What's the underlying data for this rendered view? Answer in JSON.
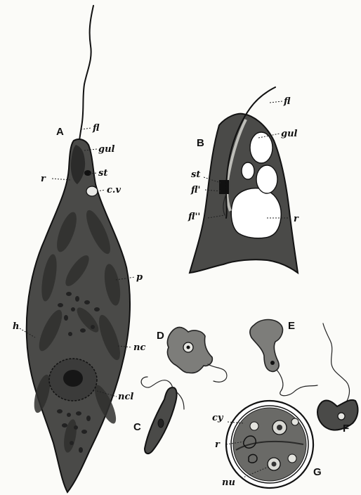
{
  "figure": {
    "panels": [
      "A",
      "B",
      "C",
      "D",
      "E",
      "F",
      "G"
    ],
    "labels": {
      "fl": "fl",
      "gul": "gul",
      "st": "st",
      "r": "r",
      "cv": "c.v",
      "p": "p",
      "h": "h",
      "nc": "nc",
      "ncl": "ncl",
      "fl1": "fl'",
      "fl2": "fl''",
      "cy": "cy",
      "nu": "nu"
    },
    "colors": {
      "ink": "#111111",
      "body": "#4a4a48",
      "cyst_wall": "#ffffff"
    }
  }
}
